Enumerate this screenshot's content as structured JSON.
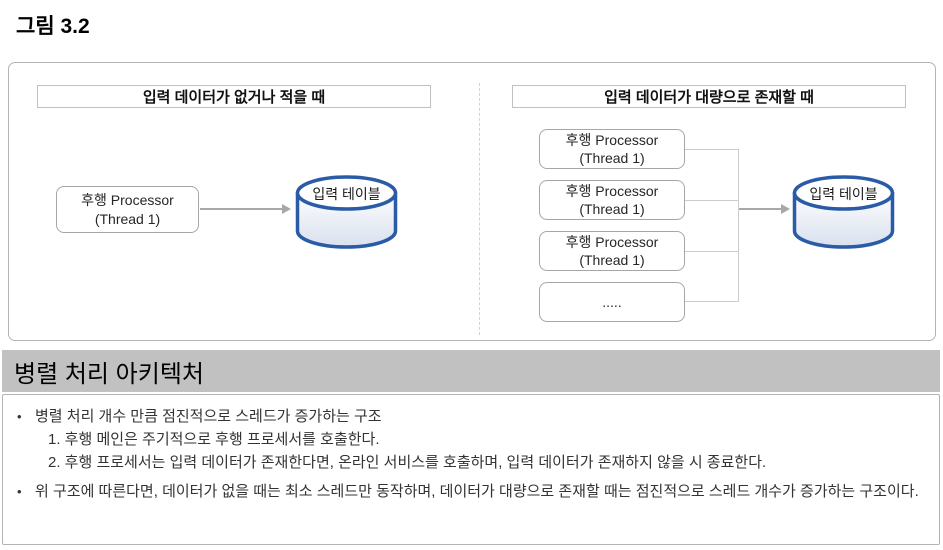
{
  "figure": {
    "label": "그림 3.2"
  },
  "diagram": {
    "left": {
      "title": "입력 데이터가 없거나 적을 때",
      "processor": {
        "line1": "후행 Processor",
        "line2": "(Thread 1)"
      },
      "db_label": "입력 테이블"
    },
    "right": {
      "title": "입력 데이터가 대량으로 존재할 때",
      "nodes": [
        {
          "line1": "후행 Processor",
          "line2": "(Thread 1)"
        },
        {
          "line1": "후행 Processor",
          "line2": "(Thread 1)"
        },
        {
          "line1": "후행 Processor",
          "line2": "(Thread 1)"
        },
        {
          "line1": "....."
        }
      ],
      "db_label": "입력 테이블"
    }
  },
  "section": {
    "title": "병렬 처리 아키텍처",
    "bullet_marker": "•",
    "bullet1": "병렬 처리 개수 만큼 점진적으로 스레드가 증가하는 구조",
    "sub1": "1. 후행 메인은 주기적으로 후행 프로세서를 호출한다.",
    "sub2": "2. 후행 프로세서는 입력 데이터가 존재한다면, 온라인 서비스를 호출하며, 입력 데이터가 존재하지 않을 시 종료한다.",
    "bullet2": "위 구조에 따른다면, 데이터가 없을 때는 최소 스레드만 동작하며, 데이터가 대량으로 존재할 때는 점진적으로 스레드 개수가 증가하는 구조이다."
  },
  "colors": {
    "db_border": "#2a5ba6",
    "db_gradient_bottom": "#d9e1ee",
    "section_bar_bg": "#c1c1c1",
    "connector": "#cccccc",
    "arrow": "#a8a8a8",
    "box_border": "#a6a6a6"
  }
}
